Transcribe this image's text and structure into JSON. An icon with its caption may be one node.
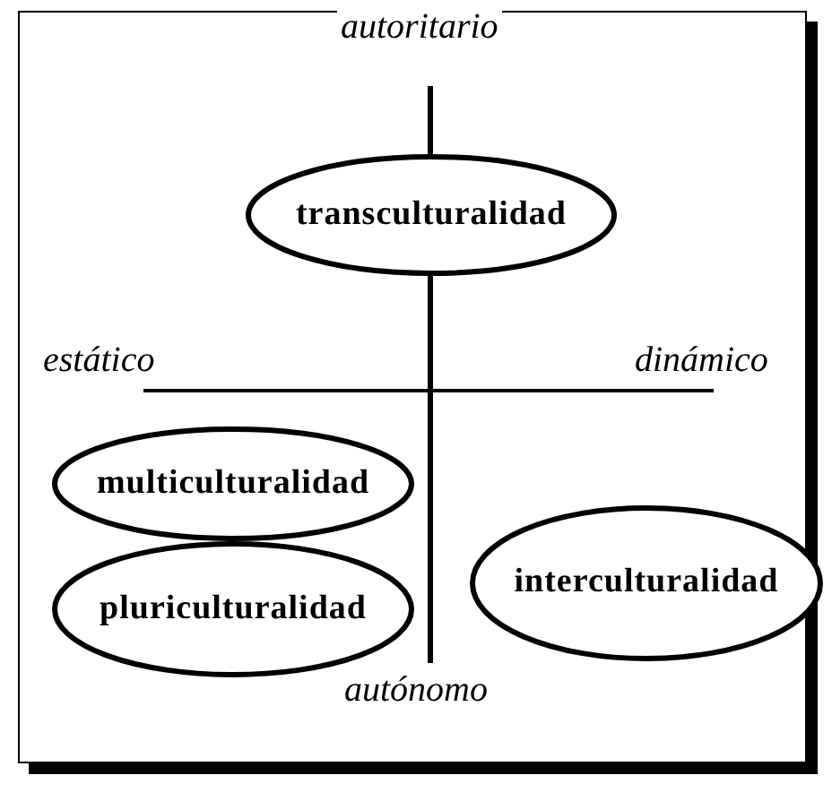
{
  "diagram": {
    "nodes": [
      {
        "text": [
          "transculturalidad"
        ]
      },
      {
        "text": [
          "multiculturalidad"
        ]
      },
      {
        "text": [
          "pluriculturalidad"
        ]
      },
      {
        "text": [
          "interculturalidad"
        ]
      }
    ],
    "labels": [
      "autoritario",
      "estático",
      "dinámico",
      "autónomo"
    ]
  }
}
